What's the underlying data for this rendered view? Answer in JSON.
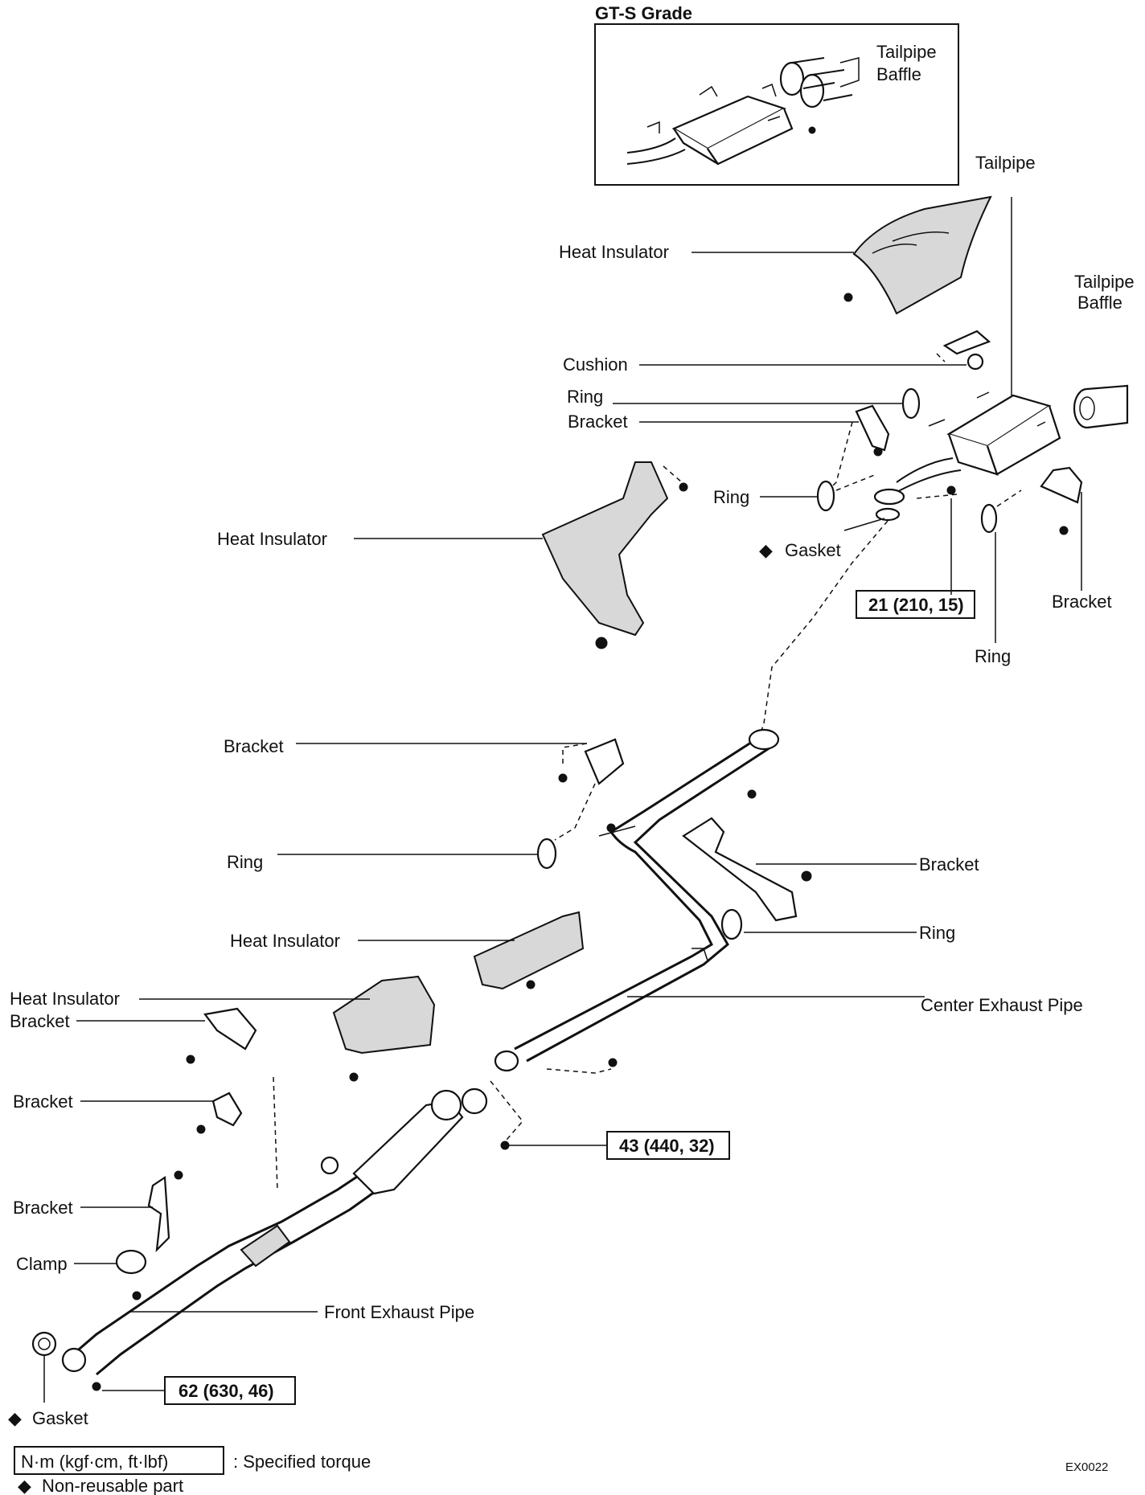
{
  "inset": {
    "title": "GT-S Grade",
    "tailpipe_baffle_label_1": "Tailpipe",
    "tailpipe_baffle_label_2": "Baffle"
  },
  "labels": {
    "tailpipe": "Tailpipe",
    "tailpipe_baffle_1": "Tailpipe",
    "tailpipe_baffle_2": "Baffle",
    "heat_insulator_rear": "Heat Insulator",
    "cushion": "Cushion",
    "ring_upper": "Ring",
    "bracket_upper": "Bracket",
    "ring_mid": "Ring",
    "gasket_rear": "Gasket",
    "heat_insulator_mid": "Heat Insulator",
    "bracket_right_rear": "Bracket",
    "ring_right_rear": "Ring",
    "bracket_center_left": "Bracket",
    "ring_center_left": "Ring",
    "bracket_center_right": "Bracket",
    "ring_center_right": "Ring",
    "heat_insulator_center": "Heat Insulator",
    "heat_insulator_front": "Heat Insulator",
    "bracket_front_1": "Bracket",
    "center_exhaust_pipe": "Center Exhaust Pipe",
    "bracket_front_2": "Bracket",
    "bracket_front_3": "Bracket",
    "clamp": "Clamp",
    "front_exhaust_pipe": "Front Exhaust Pipe",
    "gasket_front": "Gasket"
  },
  "torques": {
    "rear": "21 (210, 15)",
    "center": "43 (440, 32)",
    "front": "62 (630, 46)"
  },
  "legend": {
    "torque_unit": "N·m (kgf·cm, ft·lbf)",
    "torque_desc": ":  Specified torque",
    "non_reusable_symbol": "◆",
    "non_reusable_desc": "Non-reusable part"
  },
  "figure_code": "EX0022"
}
